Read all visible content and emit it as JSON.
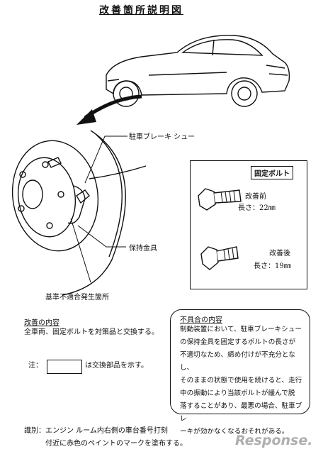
{
  "title": "改善箇所説明図",
  "labels": {
    "parking_brake_shoe": "駐車ブレーキ シュー",
    "retainer": "保持金具",
    "defect_location": "基準不適合発生箇所"
  },
  "bolt_panel": {
    "heading": "固定ボルト",
    "before_label": "改善前",
    "before_length": "長さ：22㎜",
    "after_label": "改善後",
    "after_length": "長さ：19㎜"
  },
  "improvement": {
    "heading": "改善の内容",
    "text": "全車両、固定ボルトを対策品と交換する。"
  },
  "note": {
    "prefix": "注：",
    "suffix": "は交換部品を示す。"
  },
  "defect": {
    "heading": "不具合の内容",
    "lines": [
      "制動装置において、駐車ブレーキシュー",
      "の保持金具を固定するボルトの長さが",
      "不適切なため、締め付けが不充分となし、",
      "そのままの状態で使用を続けると、走行",
      "中の振動により当該ボルトが緩んで脱",
      "落することがあり、最悪の場合、駐車ブレ",
      "ーキが効かなくなるおそれがある。"
    ]
  },
  "footer": {
    "line1": "識別：エンジン ルーム内右側の車台番号打刻",
    "line2": "付近に赤色のペイントのマークを塗布する。"
  },
  "watermark": "Response."
}
